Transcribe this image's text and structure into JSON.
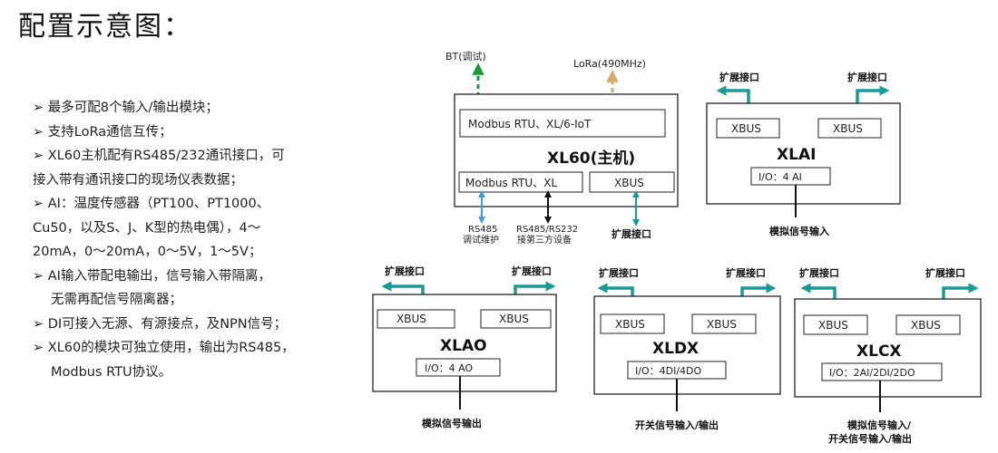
{
  "title": "配置示意图：",
  "bullets": [
    "➢ 最多可配8个输入/输出模块；",
    "➢ 支持LoRa通信互传；",
    "➢ XL60主机配有RS485/232通讯接口，可",
    "接入带有通讯接口的现场仪表数据；",
    "➢ AI：温度传感器（PT100、PT1000、",
    "Cu50，以及S、J、K型的热电偶），4～",
    "20mA，0～20mA，0～5V，1～5V；",
    "➢  AI输入带配电输出，信号输入带隔离，",
    "无需再配信号隔离器；",
    "➢  DI可接入无源、有源接点，及NPN信号；",
    "➢  XL60的模块可独立使用，输出为RS485，",
    "Modbus RTU协议。"
  ],
  "main": {
    "name": "XL60(主机)",
    "bt": "BT(调试)",
    "lora": "LoRa(490MHz)",
    "top_port": "Modbus RTU、XL/6-IoT",
    "bottom_port": "Modbus RTU、XL",
    "xbus": "XBUS",
    "rs485": "RS485",
    "rs485_sub": "调试维护",
    "rs232": "RS485/RS232",
    "rs232_sub": "接第三方设备",
    "ext": "扩展接口"
  },
  "modules": {
    "xlai": {
      "name": "XLAI",
      "io": "I/O：4 AI",
      "xbus_left": "XBUS",
      "xbus_right": "XBUS",
      "ext_left": "扩展接口",
      "ext_right": "扩展接口",
      "output": "模拟信号输入"
    },
    "xlao": {
      "name": "XLAO",
      "io": "I/O：4 AO",
      "xbus_left": "XBUS",
      "xbus_right": "XBUS",
      "ext_left": "扩展接口",
      "ext_right": "扩展接口",
      "output": "模拟信号输出"
    },
    "xldx": {
      "name": "XLDX",
      "io": "I/O：4DI/4DO",
      "xbus_left": "XBUS",
      "xbus_right": "XBUS",
      "ext_left": "扩展接口",
      "ext_right": "扩展接口",
      "output": "开关信号输入/输出"
    },
    "xlcx": {
      "name": "XLCX",
      "io": "I/O：2AI/2DI/2DO",
      "xbus_left": "XBUS",
      "xbus_right": "XBUS",
      "ext_left": "扩展接口",
      "ext_right": "扩展接口",
      "output_1": "模拟信号输入/",
      "output_2": "开关信号输入/输出"
    }
  },
  "colors": {
    "teal": "#1a9a96",
    "green_dash": "#1a9a3a",
    "orange_dash": "#d9a86a",
    "light_blue": "#3aa0e0",
    "box_border": "#222222"
  }
}
